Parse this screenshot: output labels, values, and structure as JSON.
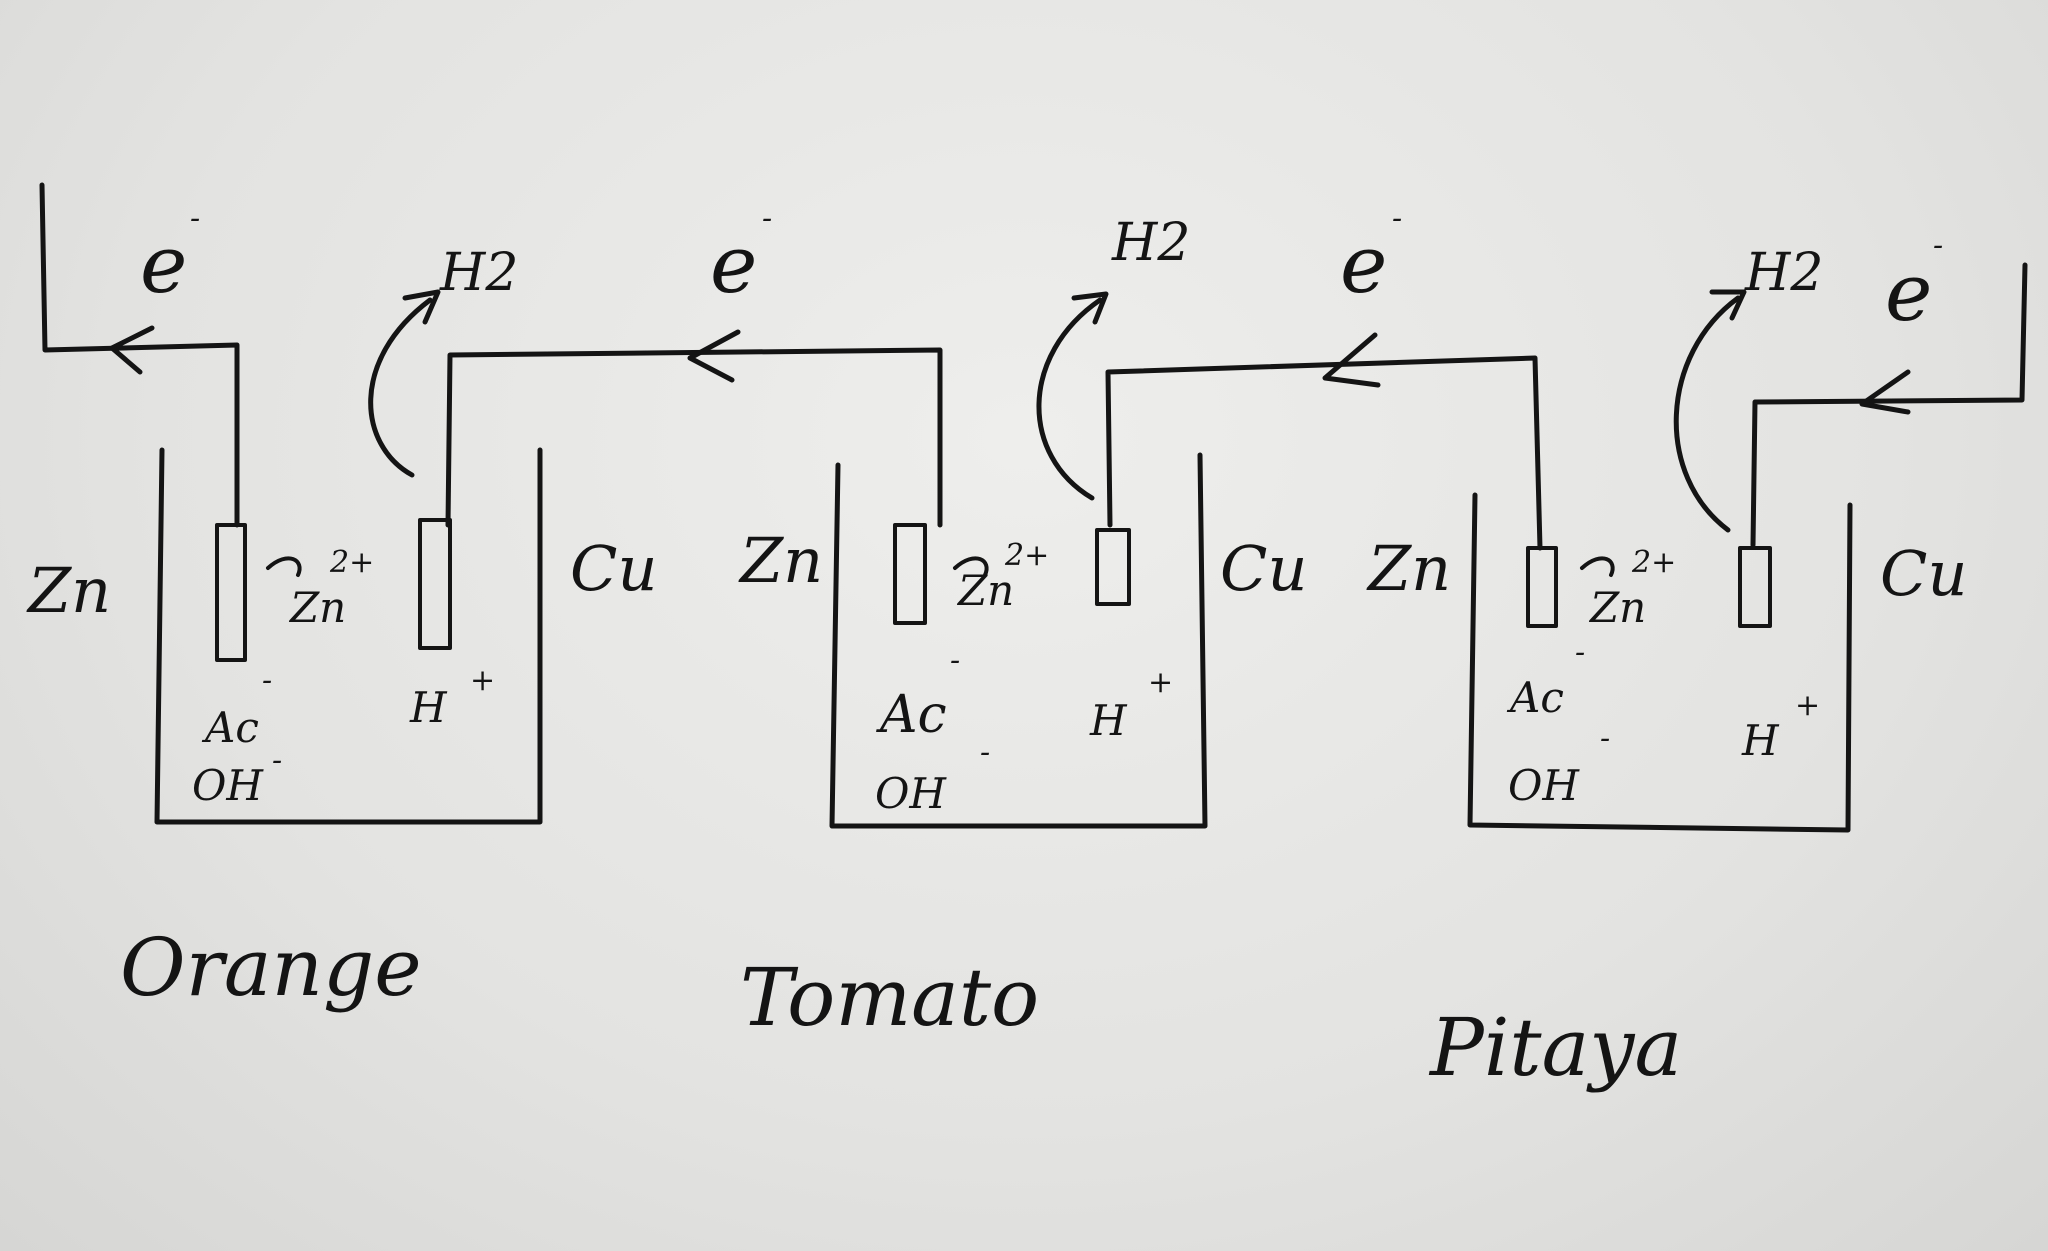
{
  "cells": [
    {
      "fruit": "Orange",
      "anode": "Zn",
      "cathode": "Cu",
      "electron": "e",
      "electron_charge": "-",
      "gas": "H2",
      "cation": "Zn",
      "cation_charge": "2+",
      "acid_anion": "Ac",
      "acid_anion_charge": "-",
      "hydroxide": "OH",
      "hydroxide_charge": "-",
      "proton": "H",
      "proton_charge": "+"
    },
    {
      "fruit": "Tomato",
      "anode": "Zn",
      "cathode": "Cu",
      "electron": "e",
      "electron_charge": "-",
      "gas": "H2",
      "cation": "Zn",
      "cation_charge": "2+",
      "acid_anion": "Ac",
      "acid_anion_charge": "-",
      "hydroxide": "OH",
      "hydroxide_charge": "-",
      "proton": "H",
      "proton_charge": "+"
    },
    {
      "fruit": "Pitaya",
      "anode": "Zn",
      "cathode": "Cu",
      "electron": "e",
      "electron_charge": "-",
      "gas": "H2",
      "cation": "Zn",
      "cation_charge": "2+",
      "acid_anion": "Ac",
      "acid_anion_charge": "-",
      "hydroxide": "OH",
      "hydroxide_charge": "-",
      "proton": "H",
      "proton_charge": "+"
    }
  ],
  "terminal_electron": {
    "symbol": "e",
    "charge": "-"
  },
  "colors": {
    "ink": "#141414",
    "paper": "#e4e4e2"
  }
}
